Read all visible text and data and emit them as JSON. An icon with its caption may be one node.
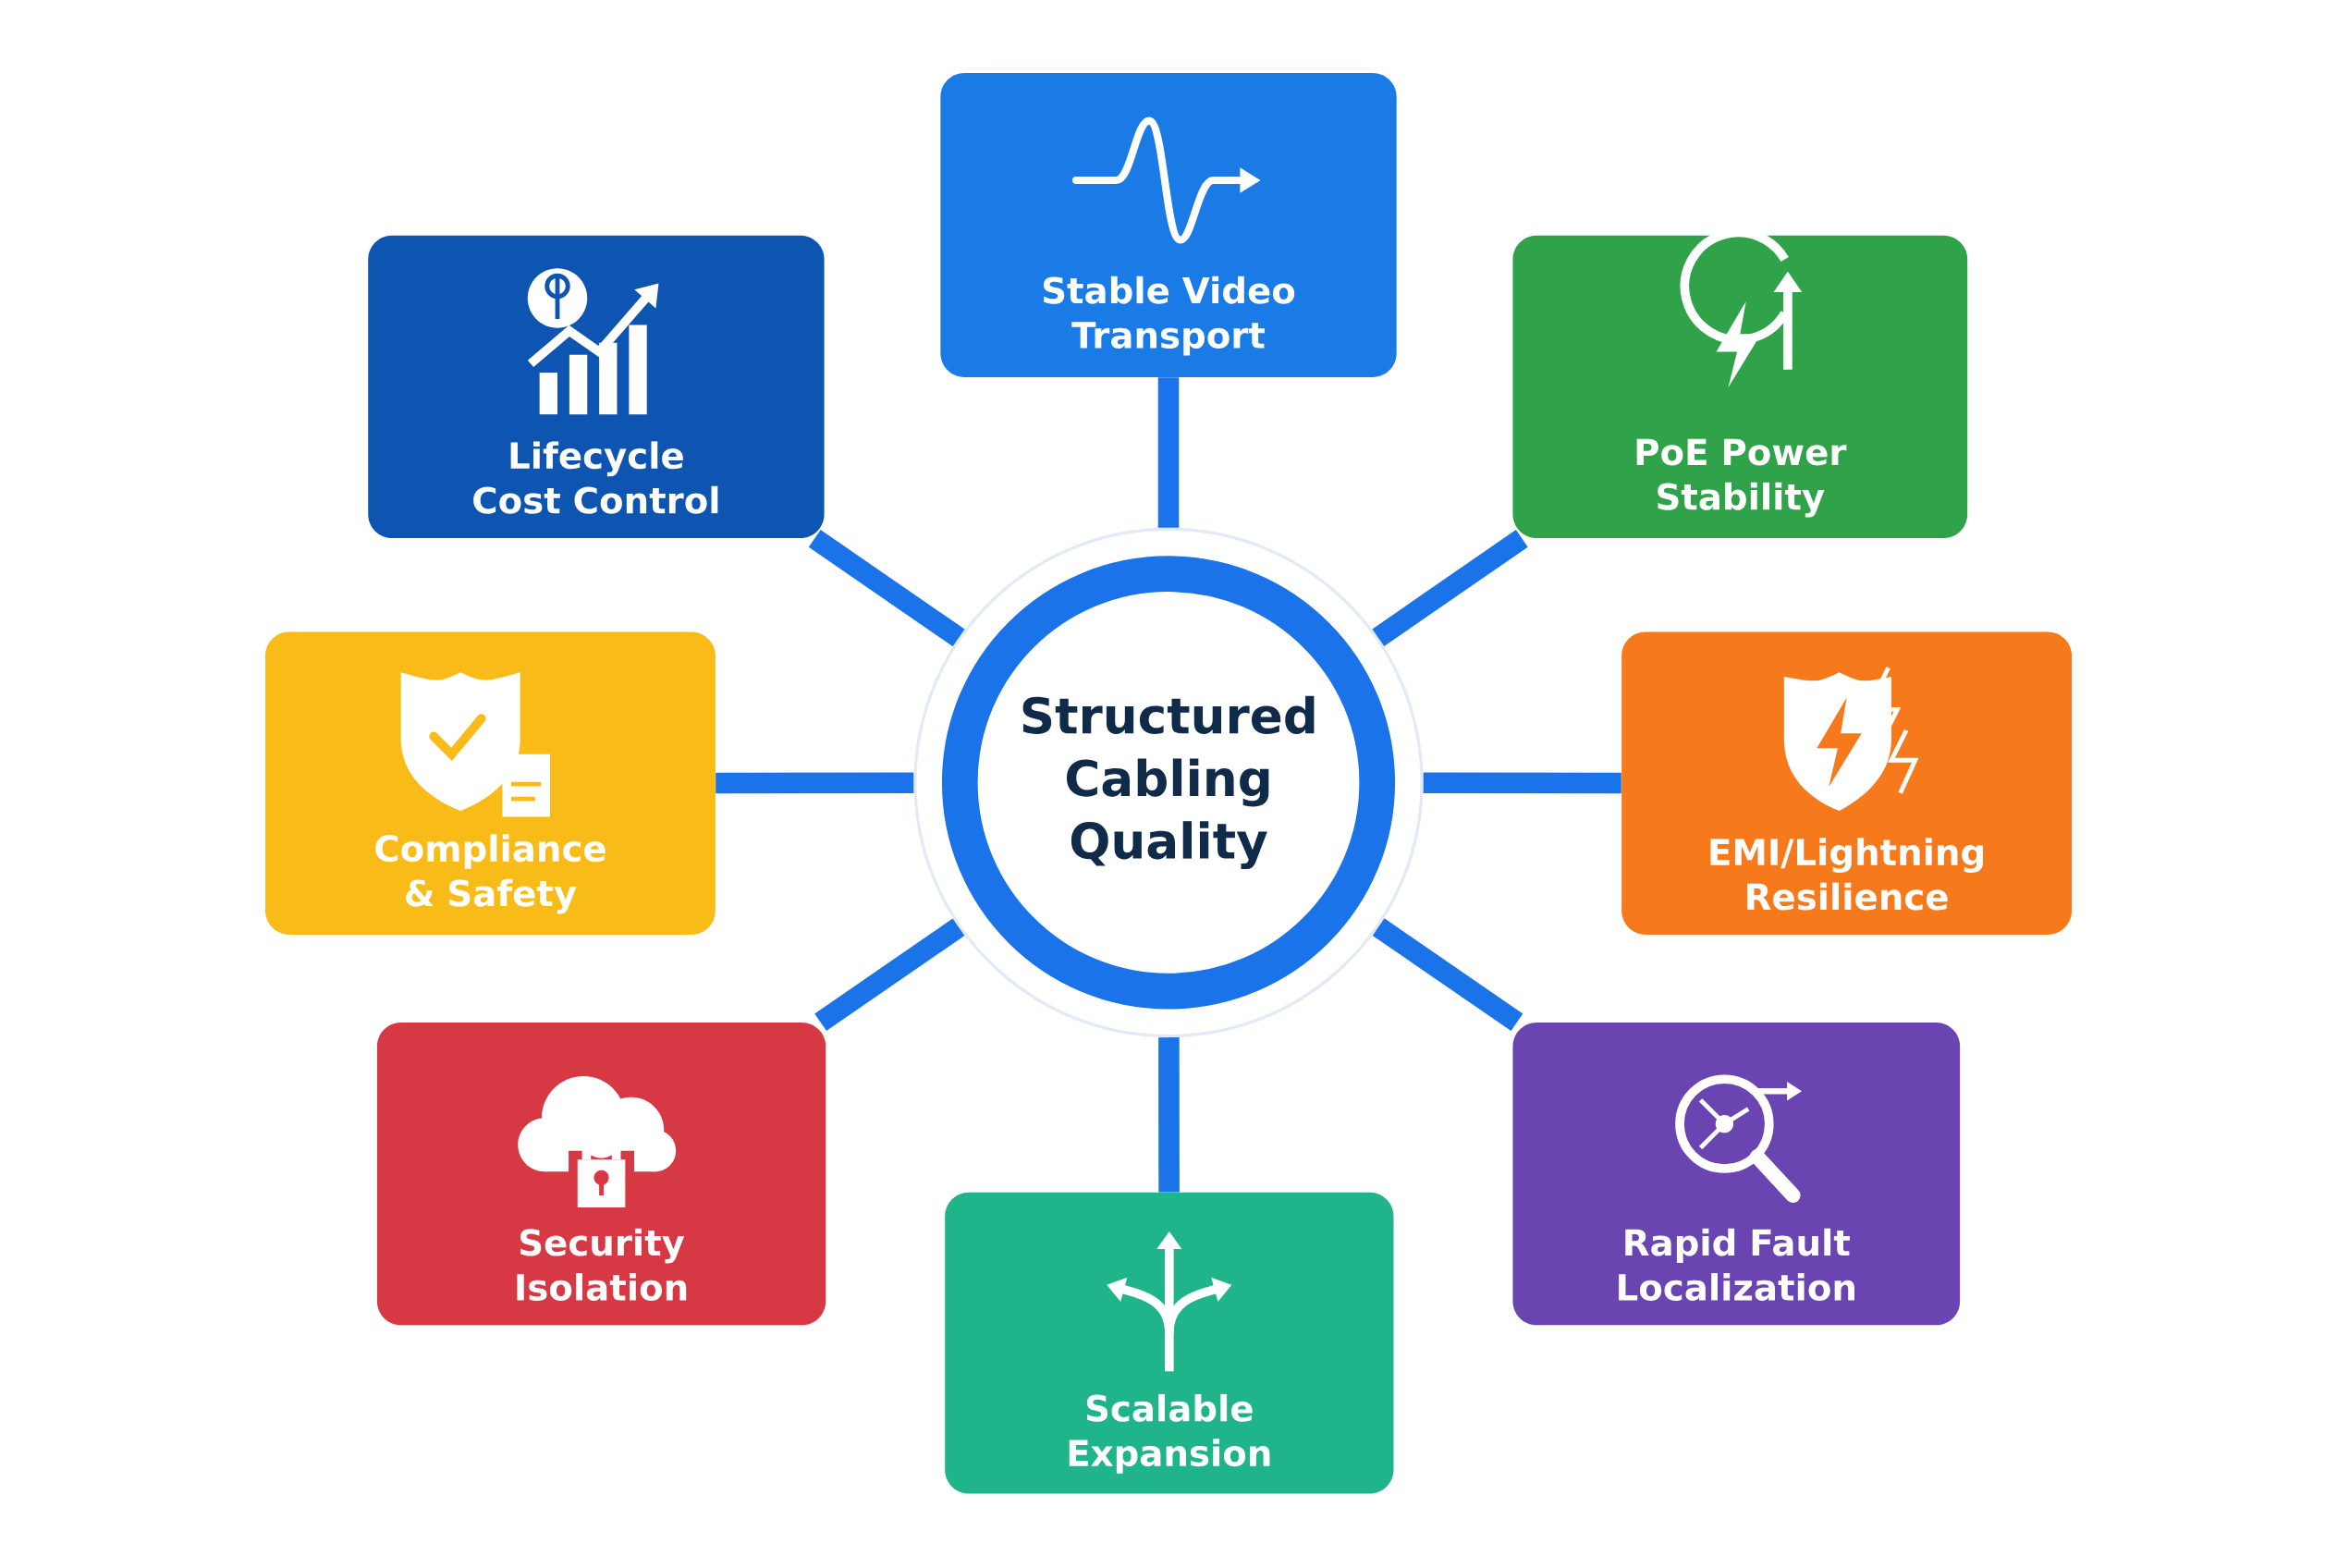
{
  "diagram": {
    "nodes": [
      {
        "text": [
          "Stable Video Transport"
        ]
      },
      {
        "text": [
          "Lifecycle Cost Control"
        ]
      },
      {
        "text": [
          "PoE Power Stability"
        ]
      },
      {
        "text": [
          "Compliance & Safety"
        ]
      },
      {
        "text": [
          "Structured Cabling Quality"
        ]
      },
      {
        "text": [
          "EMI/Lightning Resilience"
        ]
      },
      {
        "text": [
          "Security Isolation"
        ]
      },
      {
        "text": [
          "Rapid Fault Localization"
        ]
      },
      {
        "text": [
          "Scalable Expansion"
        ]
      }
    ],
    "edges": [
      {
        "from": 4,
        "to": 0,
        "arrow": "none"
      },
      {
        "from": 4,
        "to": 1,
        "arrow": "none"
      },
      {
        "from": 4,
        "to": 2,
        "arrow": "none"
      },
      {
        "from": 4,
        "to": 3,
        "arrow": "none"
      },
      {
        "from": 4,
        "to": 5,
        "arrow": "none"
      },
      {
        "from": 4,
        "to": 6,
        "arrow": "none"
      },
      {
        "from": 4,
        "to": 7,
        "arrow": "none"
      },
      {
        "from": 4,
        "to": 8,
        "arrow": "none"
      }
    ]
  }
}
